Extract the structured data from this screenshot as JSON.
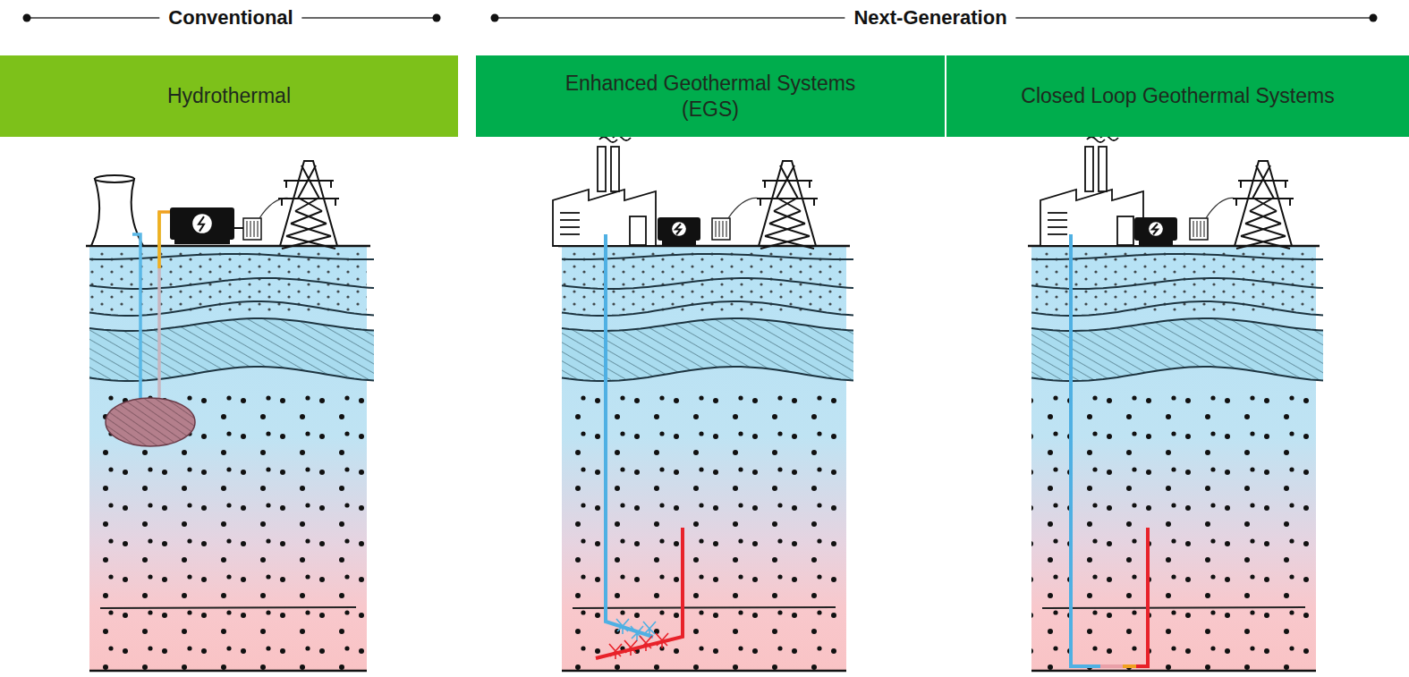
{
  "diagram": {
    "nodes": [
      {
        "text": [
          "Hydrothermal"
        ]
      },
      {
        "text": [
          "Enhanced Geothermal Systems (EGS)"
        ]
      },
      {
        "text": [
          "Closed Loop Geothermal Systems"
        ]
      }
    ],
    "labels": [
      "Conventional",
      "Next-Generation"
    ]
  }
}
